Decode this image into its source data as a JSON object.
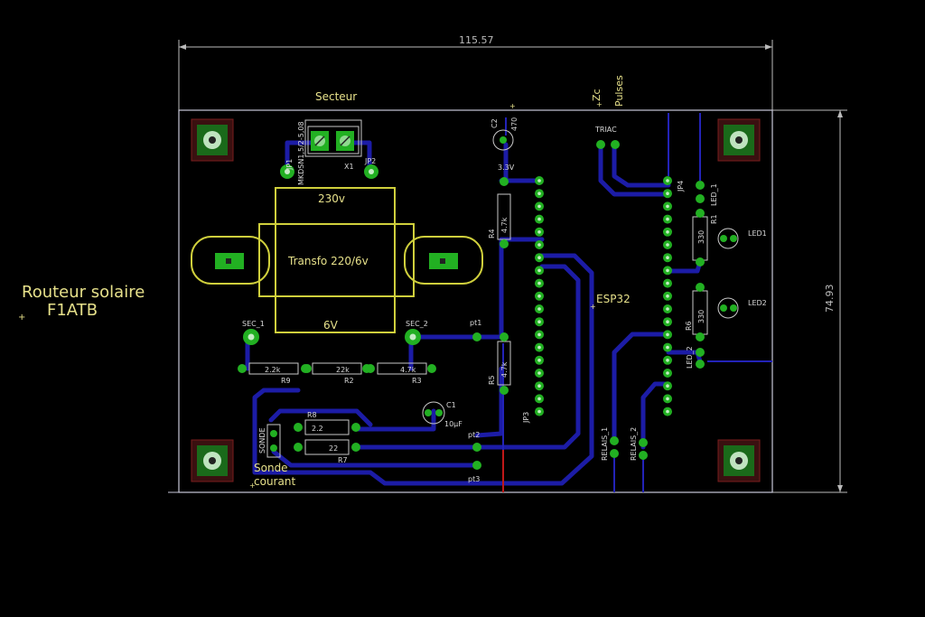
{
  "title": {
    "line1": "Routeur solaire",
    "line2": "F1ATB"
  },
  "dimensions": {
    "width": "115.57",
    "height": "74.93"
  },
  "labels": {
    "secteur": "Secteur",
    "zc": "Zc",
    "pulses": "Pulses",
    "triac": "TRIAC",
    "transfo": "Transfo 220/6v",
    "v230": "230v",
    "v6": "6V",
    "esp32": "ESP32",
    "sec1": "SEC_1",
    "sec2": "SEC_2",
    "pt1": "pt1",
    "pt2": "pt2",
    "pt3": "pt3",
    "sonde": "SONDE",
    "sonde_courant_1": "Sonde",
    "sonde_courant_2": "courant",
    "jp1": "JP1",
    "jp2": "JP2",
    "jp3": "JP3",
    "jp4": "JP4",
    "x1": "X1",
    "x1_part": "MKDSN1,5/2-5,08",
    "c1": "C1",
    "c1_val": "10µF",
    "c2": "C2",
    "c2_val": "470",
    "v33": "3.3V",
    "r1": "R1",
    "r1_val": "330",
    "r2": "R2",
    "r2_val": "22k",
    "r3": "R3",
    "r3_val": "4.7k",
    "r4": "R4",
    "r4_val": "4.7k",
    "r5": "R5",
    "r5_val": "4.7k",
    "r6": "R6",
    "r6_val": "330",
    "r7": "R7",
    "r7_val": "22",
    "r8": "R8",
    "r8_val": "2.2",
    "r9": "R9",
    "r9_val": "2.2k",
    "led1": "LED1",
    "led2": "LED2",
    "led_1": "LED_1",
    "led_2": "LED_2",
    "relais1": "RELAIS_1",
    "relais2": "RELAIS_2"
  },
  "colors": {
    "background": "#000000",
    "trace": "#1c1ca6",
    "pad": "#22b022",
    "silkscreen": "#cfcf3c",
    "outline": "#c8c8c8",
    "mounting_hole": "#7a1e1e"
  }
}
